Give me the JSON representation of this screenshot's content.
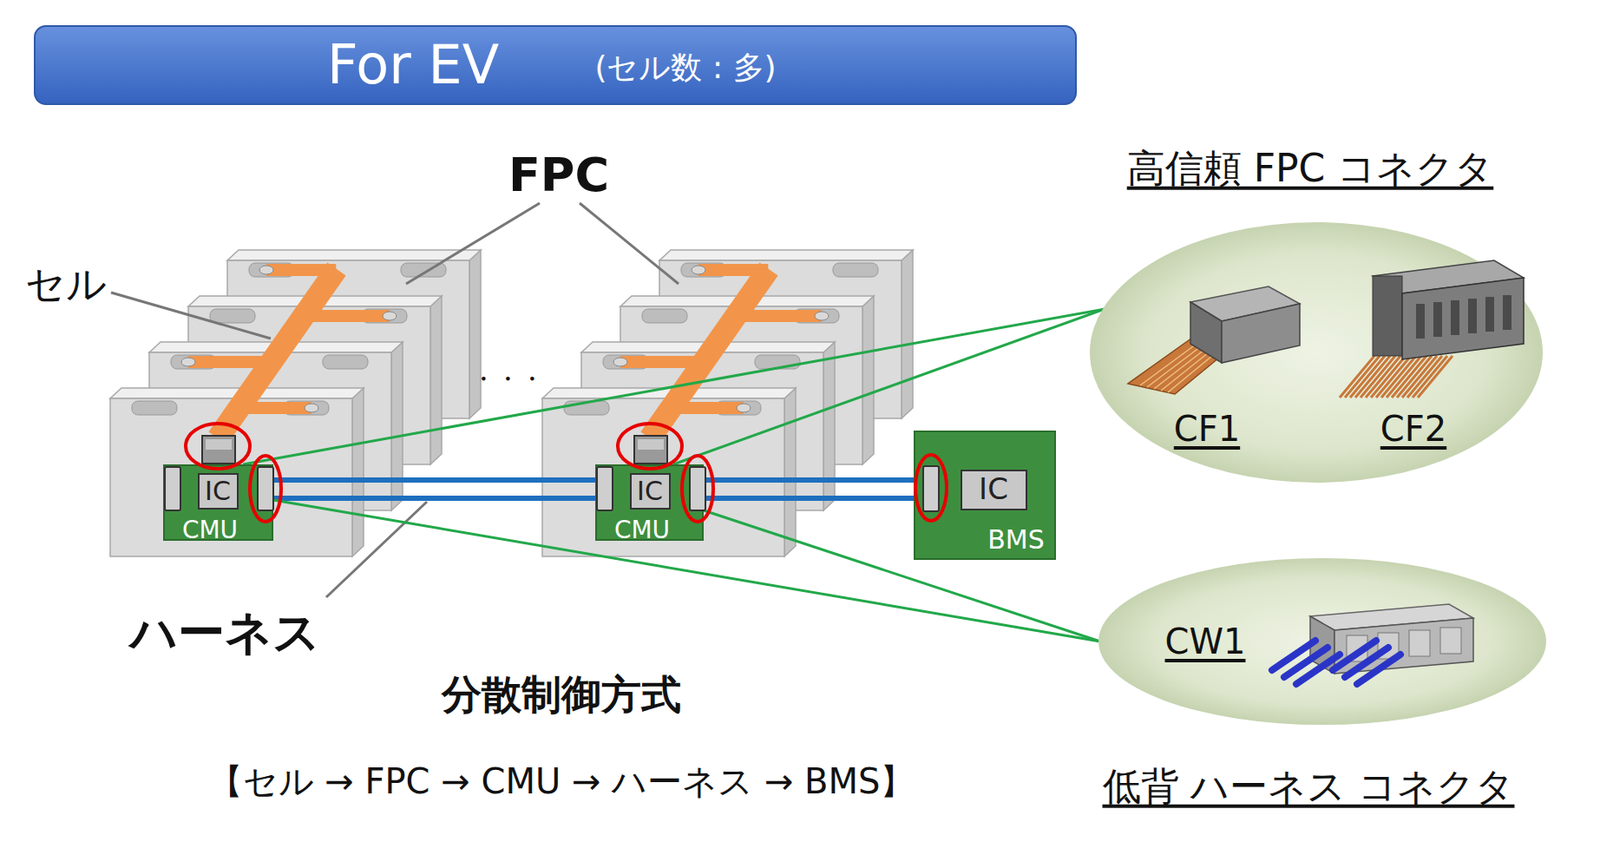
{
  "diagram": {
    "title": "For EV",
    "nodes": [
      {
        "text": [
          "CMU"
        ]
      },
      {
        "text": [
          "IC"
        ],
        "in": 0
      },
      {
        "text": [
          "CMU"
        ]
      },
      {
        "text": [
          "IC"
        ],
        "in": 2
      },
      {
        "text": [
          "BMS"
        ]
      },
      {
        "text": [
          "IC"
        ],
        "in": 4
      },
      {
        "text": [
          "高信頼 FPC コネクタ",
          "CF1",
          "CF2"
        ]
      },
      {
        "text": [
          "CW1",
          "低背 ハーネス コネクタ"
        ]
      }
    ],
    "edges": [
      {
        "from": 0,
        "to": 2,
        "arrow": "none"
      },
      {
        "from": 2,
        "to": 4,
        "arrow": "none"
      },
      {
        "from": 0,
        "to": 6,
        "arrow": "none"
      },
      {
        "from": 2,
        "to": 6,
        "arrow": "none"
      },
      {
        "from": 0,
        "to": 7,
        "arrow": "none"
      },
      {
        "from": 2,
        "to": 7,
        "arrow": "none"
      }
    ],
    "labels": [
      "(セル数 : 多)",
      "FPC",
      "セル",
      "・・・",
      "ハーネス",
      "分散制御方式",
      "【セル → FPC → CMU → ハーネス → BMS】"
    ]
  }
}
